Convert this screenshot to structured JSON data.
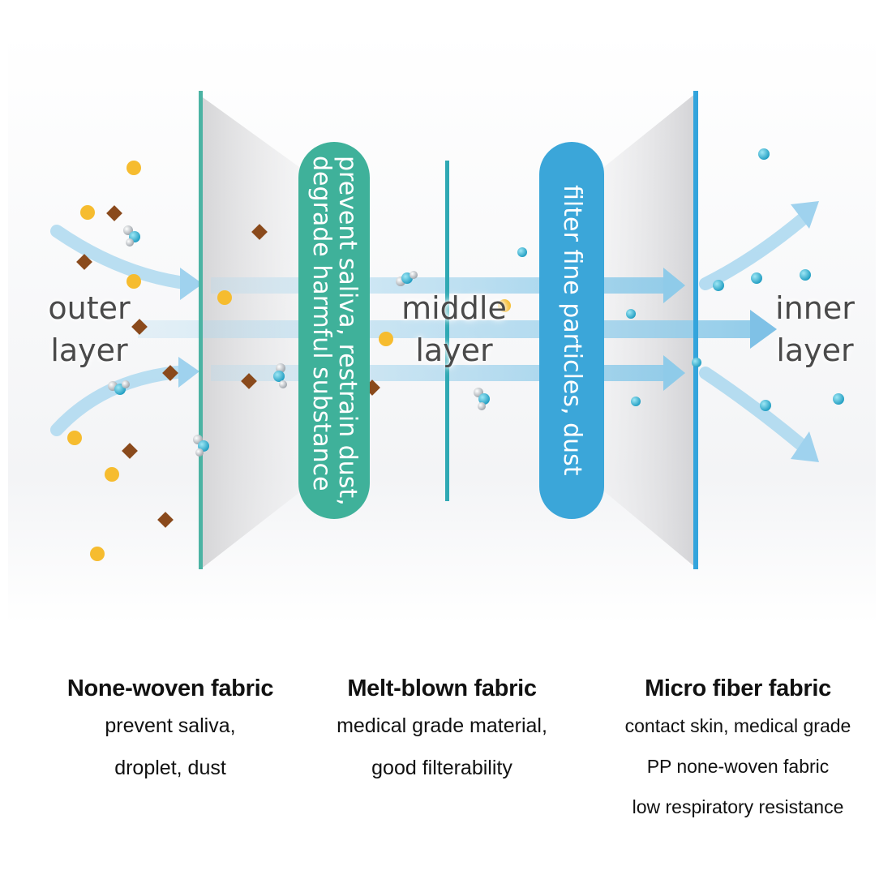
{
  "diagram": {
    "outer_label": [
      "outer",
      "layer"
    ],
    "middle_label": [
      "middle",
      "layer"
    ],
    "inner_label": [
      "inner",
      "layer"
    ],
    "green_pill_text": "prevent saliva, restrain dust,\ndegrade harmful substance",
    "blue_pill_text": "filter fine particles, dust",
    "colors": {
      "green_layer": "#3fb19a",
      "blue_layer": "#3ba6d9",
      "arrow": "#a9d7ef",
      "dust_yellow": "#f6bc2f",
      "dust_brown": "#8a4a1c",
      "particle_teal": "#2aa9c9"
    }
  },
  "columns": [
    {
      "title": "None-woven fabric",
      "lines": [
        "prevent saliva,",
        "droplet, dust"
      ]
    },
    {
      "title": "Melt-blown fabric",
      "lines": [
        "medical grade material,",
        "good filterability"
      ]
    },
    {
      "title": "Micro fiber fabric",
      "lines": [
        "contact skin, medical grade",
        "PP none-woven fabric",
        "low respiratory resistance"
      ]
    }
  ]
}
